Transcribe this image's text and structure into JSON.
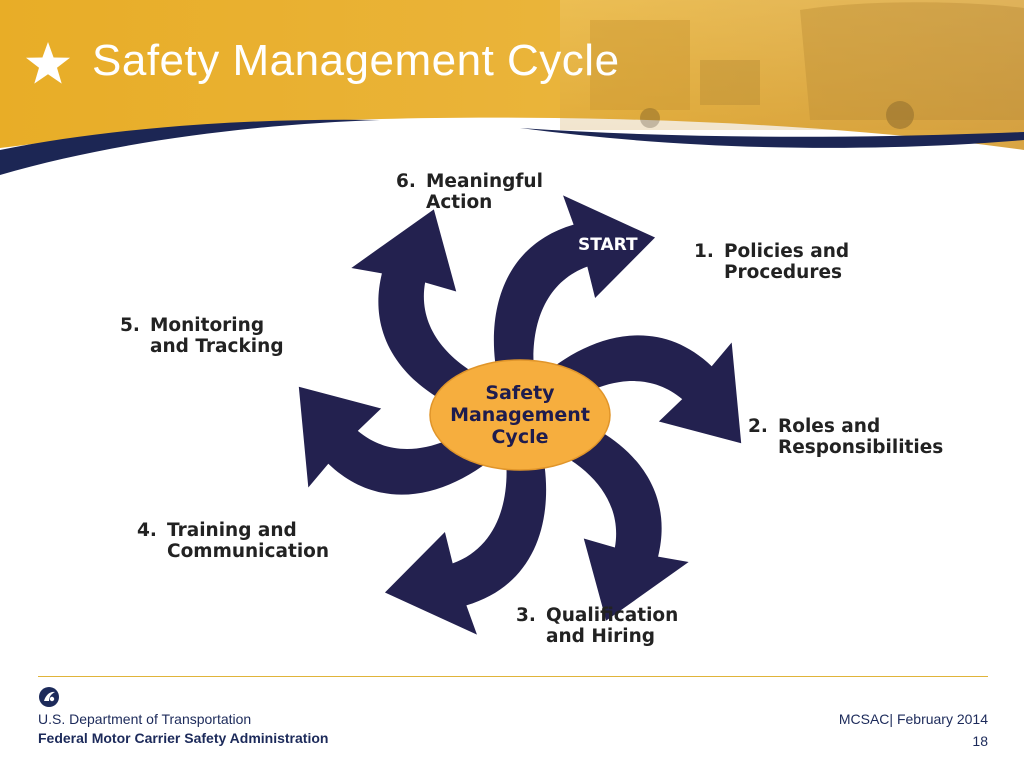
{
  "slide": {
    "title": "Safety Management Cycle"
  },
  "diagram": {
    "center_label": [
      "Safety",
      "Management",
      "Cycle"
    ],
    "start_label": "START",
    "steps": [
      {
        "number": "1.",
        "line1": "Policies and",
        "line2": "Procedures"
      },
      {
        "number": "2.",
        "line1": "Roles and",
        "line2": "Responsibilities"
      },
      {
        "number": "3.",
        "line1": "Qualification",
        "line2": "and Hiring"
      },
      {
        "number": "4.",
        "line1": "Training and",
        "line2": "Communication"
      },
      {
        "number": "5.",
        "line1": "Monitoring",
        "line2": "and Tracking"
      },
      {
        "number": "6.",
        "line1": "Meaningful",
        "line2": "Action"
      }
    ],
    "colors": {
      "arrow": "#23214f",
      "center_fill": "#f6ae3e",
      "center_text": "#1e1c4e"
    }
  },
  "footer": {
    "department": "U.S. Department of Transportation",
    "agency": "Federal Motor Carrier Safety Administration",
    "meeting": "MCSAC| February 2014",
    "page_number": "18"
  },
  "colors": {
    "header_gold": "#e9b02c",
    "navy": "#1c2a5a"
  }
}
